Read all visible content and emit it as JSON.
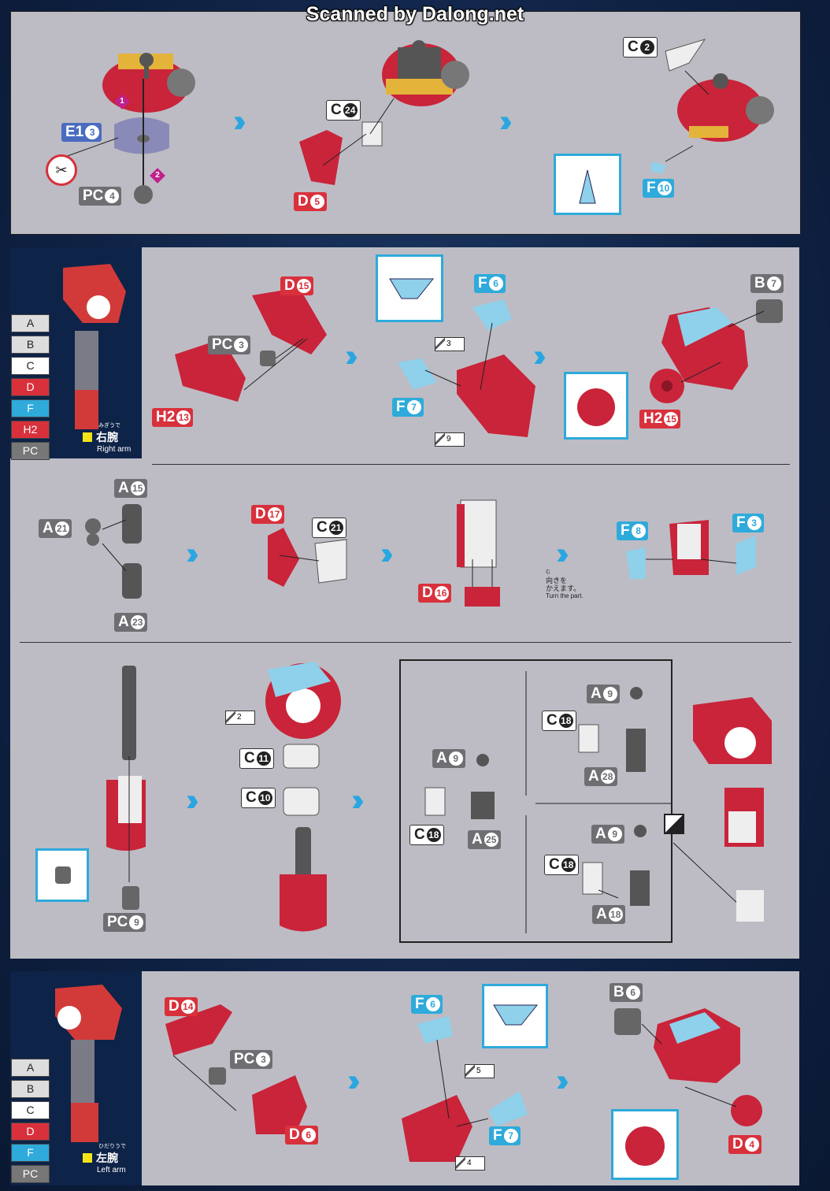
{
  "watermark": "Scanned by Dalong.net",
  "colors": {
    "red": "#d8313c",
    "cyan": "#2eaadb",
    "gray": "#6e6e73",
    "panel": "#bdbcc4",
    "background": "#0f2244"
  },
  "icons": [
    "chevron-right-icon",
    "no-cut-icon",
    "step-mark-icon",
    "mirror-icon",
    "warning-mark-icon"
  ],
  "legend_items": [
    "A",
    "B",
    "C",
    "D",
    "F",
    "H2",
    "PC"
  ],
  "left_legend_items": [
    "A",
    "B",
    "C",
    "D",
    "F",
    "PC"
  ],
  "right_arm_label": {
    "jp": "右腕",
    "ruby": "みぎうで",
    "en": "Right arm"
  },
  "left_arm_label": {
    "jp": "左腕",
    "ruby": "ひだりうで",
    "en": "Left arm"
  },
  "turn_note": {
    "ruby": "む",
    "jp1": "向きを",
    "jp2": "かえます。",
    "en": "Turn the part."
  },
  "step_marks": [
    "3",
    "9",
    "2",
    "5",
    "4"
  ],
  "order_marks": [
    "1",
    "2"
  ],
  "tags": {
    "e1_3": {
      "p": "E1",
      "n": "3"
    },
    "pc_4": {
      "p": "PC",
      "n": "4"
    },
    "c_24": {
      "p": "C",
      "n": "24"
    },
    "d_5": {
      "p": "D",
      "n": "5"
    },
    "c_2": {
      "p": "C",
      "n": "2"
    },
    "f_10": {
      "p": "F",
      "n": "10"
    },
    "d_15": {
      "p": "D",
      "n": "15"
    },
    "pc_3a": {
      "p": "PC",
      "n": "3"
    },
    "h2_13": {
      "p": "H2",
      "n": "13"
    },
    "f_6a": {
      "p": "F",
      "n": "6"
    },
    "f_7a": {
      "p": "F",
      "n": "7"
    },
    "b_7": {
      "p": "B",
      "n": "7"
    },
    "h2_15": {
      "p": "H2",
      "n": "15"
    },
    "a_15": {
      "p": "A",
      "n": "15"
    },
    "a_21": {
      "p": "A",
      "n": "21"
    },
    "a_23": {
      "p": "A",
      "n": "23"
    },
    "d_17": {
      "p": "D",
      "n": "17"
    },
    "c_21": {
      "p": "C",
      "n": "21"
    },
    "d_16": {
      "p": "D",
      "n": "16"
    },
    "f_8": {
      "p": "F",
      "n": "8"
    },
    "f_3": {
      "p": "F",
      "n": "3"
    },
    "pc_9": {
      "p": "PC",
      "n": "9"
    },
    "c_11": {
      "p": "C",
      "n": "11"
    },
    "c_10": {
      "p": "C",
      "n": "10"
    },
    "a_9a": {
      "p": "A",
      "n": "9"
    },
    "c_18a": {
      "p": "C",
      "n": "18"
    },
    "a_25": {
      "p": "A",
      "n": "25"
    },
    "a_9b": {
      "p": "A",
      "n": "9"
    },
    "c_18b": {
      "p": "C",
      "n": "18"
    },
    "a_28": {
      "p": "A",
      "n": "28"
    },
    "a_9c": {
      "p": "A",
      "n": "9"
    },
    "c_18c": {
      "p": "C",
      "n": "18"
    },
    "a_18": {
      "p": "A",
      "n": "18"
    },
    "d_14": {
      "p": "D",
      "n": "14"
    },
    "pc_3b": {
      "p": "PC",
      "n": "3"
    },
    "d_6": {
      "p": "D",
      "n": "6"
    },
    "f_6b": {
      "p": "F",
      "n": "6"
    },
    "f_7b": {
      "p": "F",
      "n": "7"
    },
    "b_6": {
      "p": "B",
      "n": "6"
    },
    "d_4": {
      "p": "D",
      "n": "4"
    }
  }
}
